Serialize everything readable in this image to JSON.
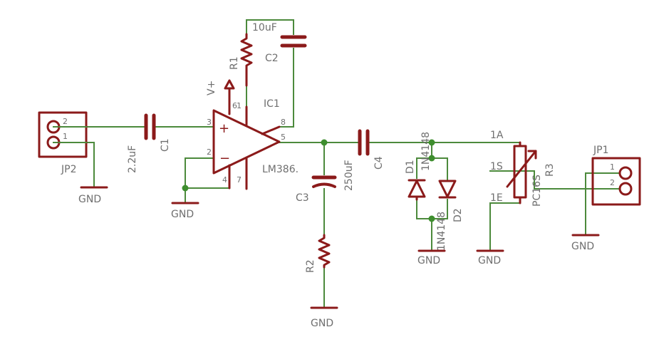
{
  "parts": {
    "jp2": {
      "name": "JP2",
      "pin1": "1",
      "pin2": "2"
    },
    "jp1": {
      "name": "JP1",
      "pin1": "1",
      "pin2": "2"
    },
    "c1": {
      "name": "C1",
      "value": "2.2uF"
    },
    "c2": {
      "name": "C2",
      "value": "10uF"
    },
    "c3": {
      "name": "C3",
      "value": "250uF"
    },
    "c4": {
      "name": "C4"
    },
    "r1": {
      "name": "R1"
    },
    "r2": {
      "name": "R2"
    },
    "r3": {
      "name": "R3",
      "value": "PC16S"
    },
    "ic1": {
      "name": "IC1",
      "value": "LM386.",
      "pin_plus": "+",
      "pin_minus": "−",
      "pins": {
        "p1": "1",
        "p2": "2",
        "p3": "3",
        "p4": "4",
        "p5": "5",
        "p6": "6",
        "p7": "7",
        "p8": "8"
      }
    },
    "d1": {
      "name": "D1",
      "value": "1N4148"
    },
    "d2": {
      "name": "D2",
      "value": "1N4148"
    }
  },
  "supply": {
    "vplus": "V+",
    "gnd": "GND"
  },
  "pot_pins": {
    "a": "1A",
    "s": "1S",
    "e": "1E"
  }
}
